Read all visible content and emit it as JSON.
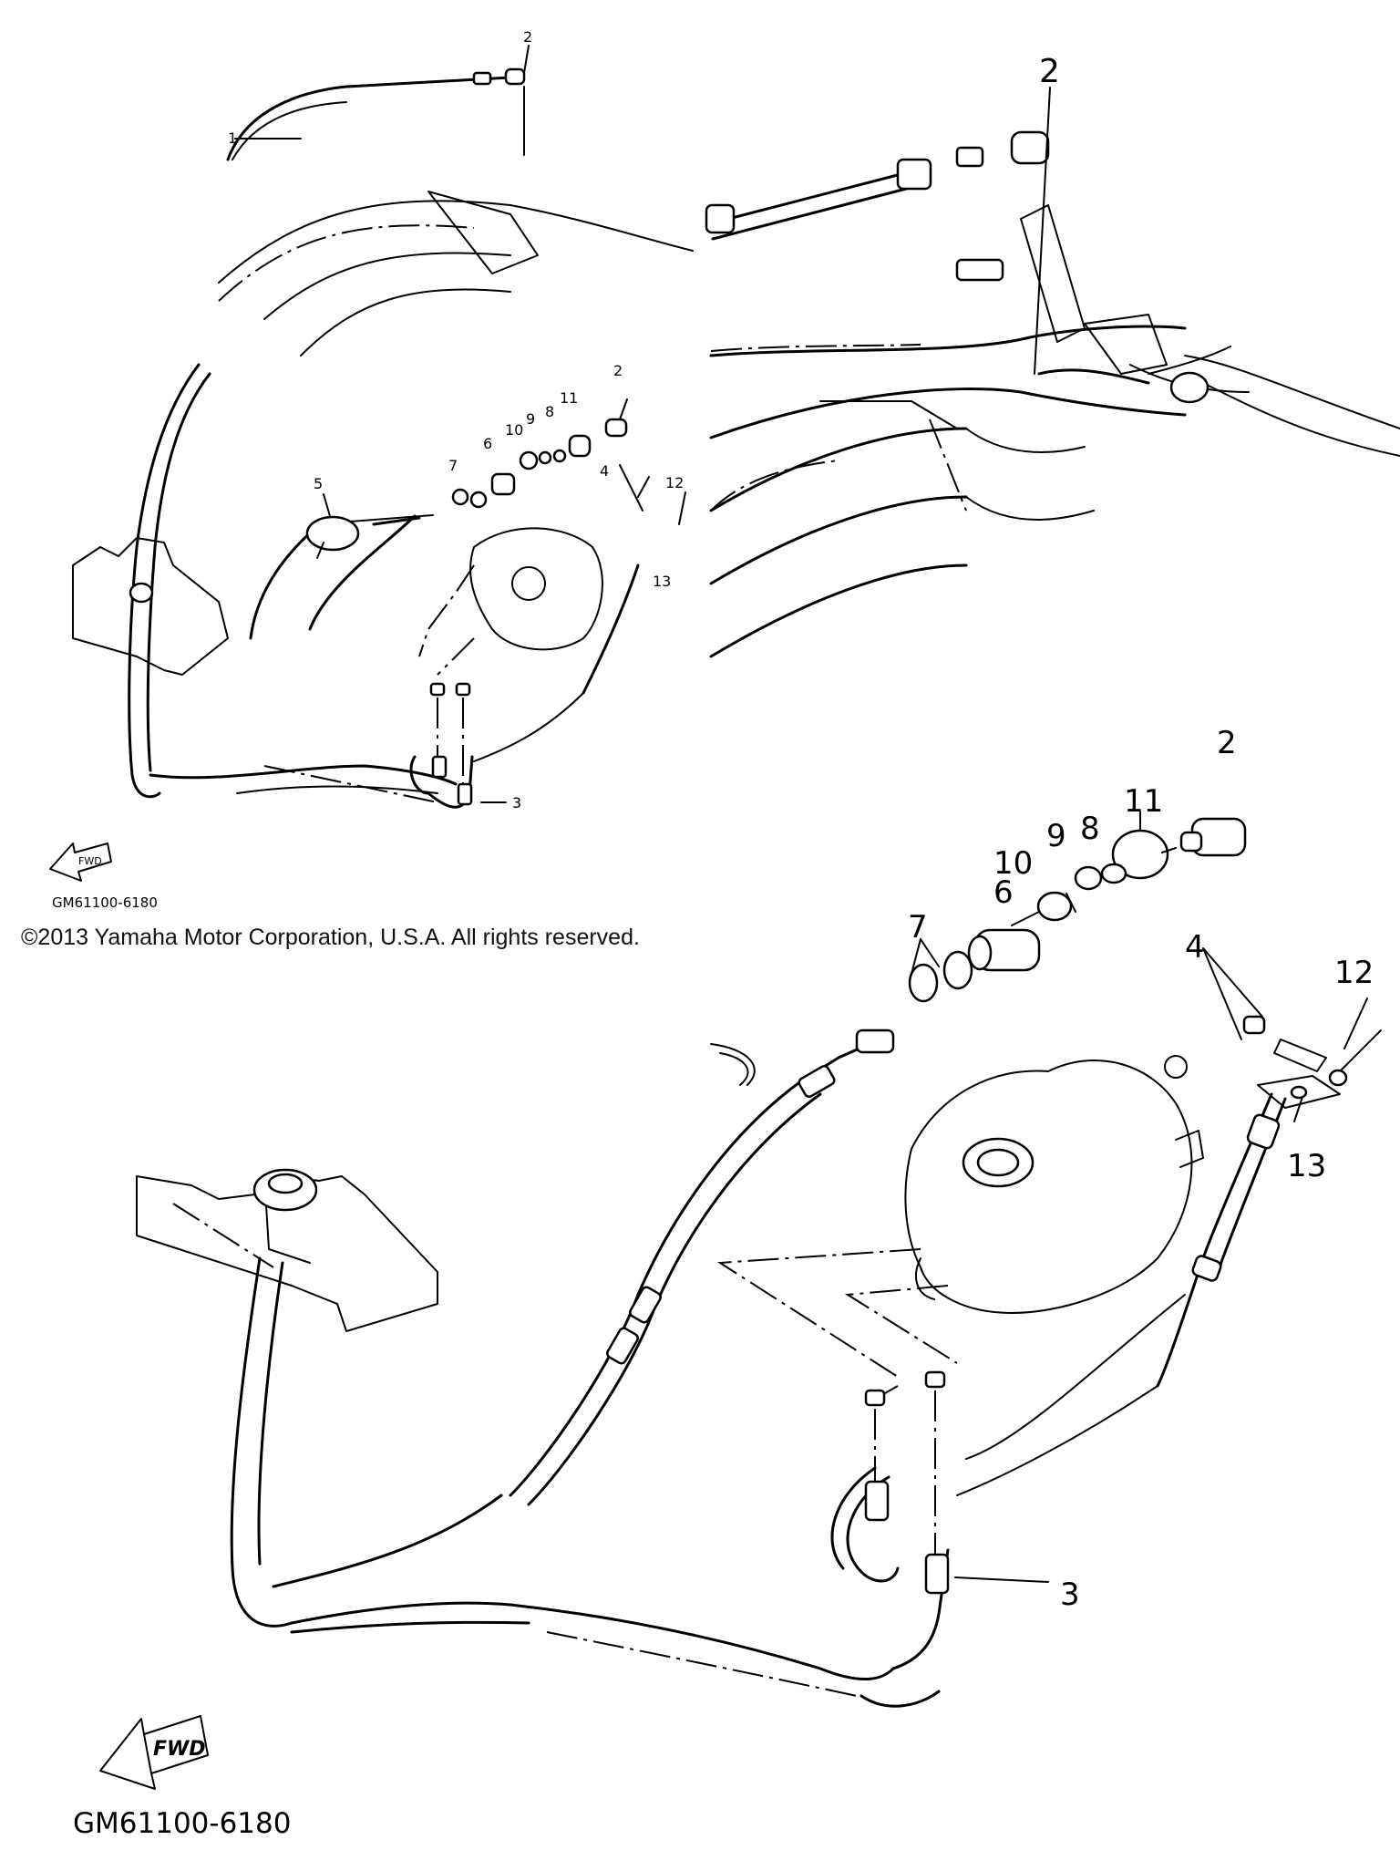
{
  "copyright": "©2013 Yamaha Motor Corporation, U.S.A. All rights reserved.",
  "diagram_code": "GM61100-6180",
  "fwd_label": "FWD",
  "callouts_small": [
    "1",
    "2",
    "2",
    "3",
    "4",
    "5",
    "6",
    "7",
    "8",
    "9",
    "10",
    "11",
    "12",
    "13"
  ],
  "callouts_large": [
    "2",
    "2",
    "3",
    "4",
    "6",
    "7",
    "8",
    "9",
    "10",
    "11",
    "12",
    "13"
  ]
}
